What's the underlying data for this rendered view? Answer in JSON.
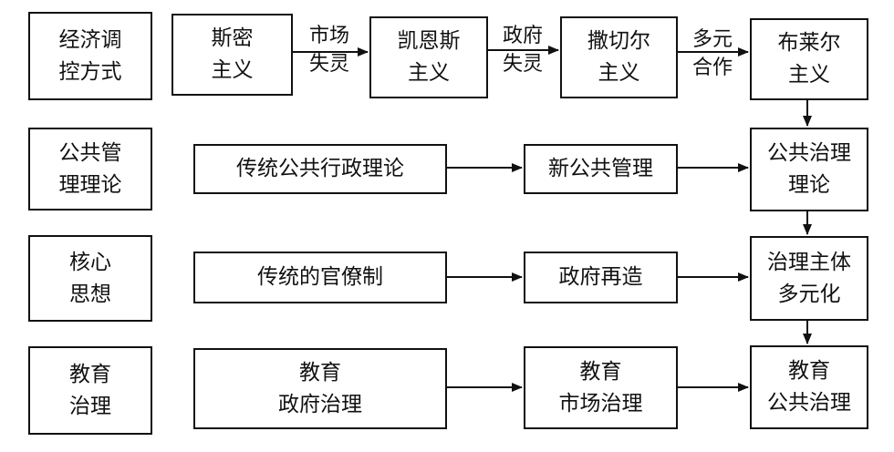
{
  "rows": [
    {
      "label": [
        "经济调",
        "控方式"
      ]
    },
    {
      "label": [
        "公共管",
        "理理论"
      ]
    },
    {
      "label": [
        "核心",
        "思想"
      ]
    },
    {
      "label": [
        "教育",
        "治理"
      ]
    }
  ],
  "nodes": {
    "smith": [
      "斯密",
      "主义"
    ],
    "keynes": [
      "凯恩斯",
      "主义"
    ],
    "thatcher": [
      "撒切尔",
      "主义"
    ],
    "blair": [
      "布莱尔",
      "主义"
    ],
    "traditional_admin": [
      "传统公共行政理论"
    ],
    "new_public_management": [
      "新公共管理"
    ],
    "public_governance_theory": [
      "公共治理",
      "理论"
    ],
    "traditional_bureaucracy": [
      "传统的官僚制"
    ],
    "government_reinvention": [
      "政府再造"
    ],
    "diversified_subjects": [
      "治理主体",
      "多元化"
    ],
    "edu_gov": [
      "教育",
      "政府治理"
    ],
    "edu_market": [
      "教育",
      "市场治理"
    ],
    "edu_public": [
      "教育",
      "公共治理"
    ]
  },
  "edge_labels": {
    "market_failure": [
      "市场",
      "失灵"
    ],
    "government_failure": [
      "政府",
      "失灵"
    ],
    "pluralist_cooperation": [
      "多元",
      "合作"
    ]
  }
}
